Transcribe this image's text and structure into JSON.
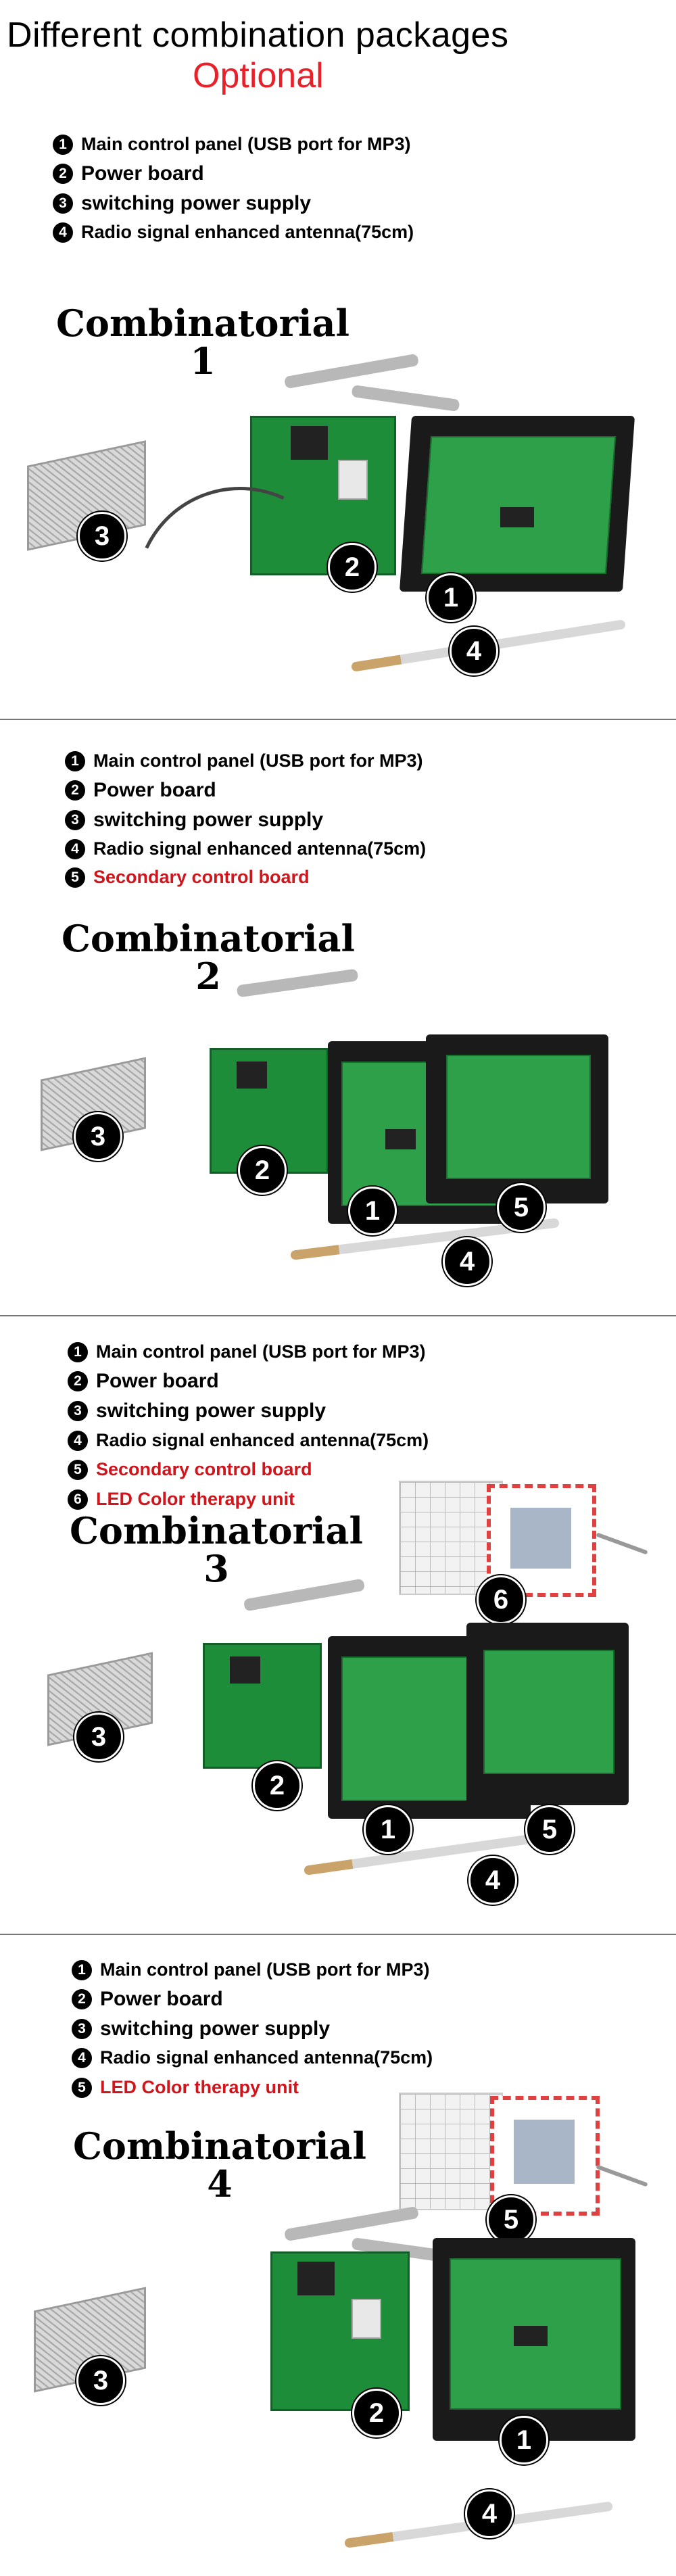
{
  "header": {
    "title": "Different combination packages",
    "subtitle": "Optional"
  },
  "sections": [
    {
      "combo_title": "Combinatorial",
      "combo_number": "1",
      "items": [
        {
          "num": "1",
          "text": "Main control panel (USB port for MP3)",
          "accent": false
        },
        {
          "num": "2",
          "text": "Power board",
          "accent": false
        },
        {
          "num": "3",
          "text": "switching power supply",
          "accent": false
        },
        {
          "num": "4",
          "text": "Radio signal enhanced antenna(75cm)",
          "accent": false
        }
      ],
      "badges": [
        "1",
        "2",
        "3",
        "4"
      ]
    },
    {
      "combo_title": "Combinatorial",
      "combo_number": "2",
      "items": [
        {
          "num": "1",
          "text": "Main control panel (USB port for MP3)",
          "accent": false
        },
        {
          "num": "2",
          "text": "Power board",
          "accent": false
        },
        {
          "num": "3",
          "text": "switching power supply",
          "accent": false
        },
        {
          "num": "4",
          "text": "Radio signal enhanced antenna(75cm)",
          "accent": false
        },
        {
          "num": "5",
          "text": "Secondary control board",
          "accent": true
        }
      ],
      "badges": [
        "1",
        "2",
        "3",
        "4",
        "5"
      ]
    },
    {
      "combo_title": "Combinatorial",
      "combo_number": "3",
      "items": [
        {
          "num": "1",
          "text": "Main control panel (USB port for MP3)",
          "accent": false
        },
        {
          "num": "2",
          "text": "Power board",
          "accent": false
        },
        {
          "num": "3",
          "text": "switching power supply",
          "accent": false
        },
        {
          "num": "4",
          "text": "Radio signal enhanced antenna(75cm)",
          "accent": false
        },
        {
          "num": "5",
          "text": "Secondary control board",
          "accent": true
        },
        {
          "num": "6",
          "text": "LED  Color therapy unit",
          "accent": true
        }
      ],
      "badges": [
        "1",
        "2",
        "3",
        "4",
        "5",
        "6"
      ]
    },
    {
      "combo_title": "Combinatorial",
      "combo_number": "4",
      "items": [
        {
          "num": "1",
          "text": "Main control panel (USB port for MP3)",
          "accent": false
        },
        {
          "num": "2",
          "text": "Power board",
          "accent": false
        },
        {
          "num": "3",
          "text": "switching power supply",
          "accent": false
        },
        {
          "num": "4",
          "text": "Radio signal enhanced antenna(75cm)",
          "accent": false
        },
        {
          "num": "5",
          "text": "LED  Color therapy unit",
          "accent": true
        }
      ],
      "badges": [
        "1",
        "2",
        "3",
        "4",
        "5"
      ]
    }
  ],
  "colors": {
    "accent": "#d0161c",
    "subtitle": "#e8202a",
    "pcb": "#1e8d3a"
  }
}
